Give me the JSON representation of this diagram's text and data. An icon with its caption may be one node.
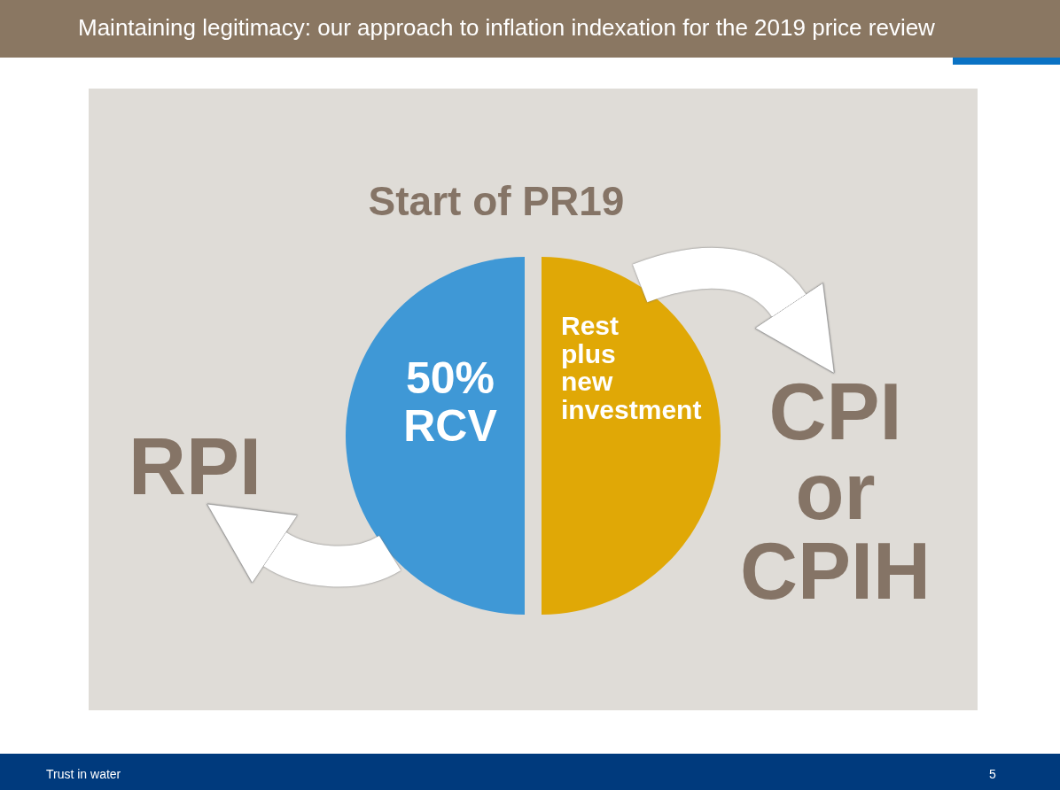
{
  "diagram": {
    "title": "Maintaining legitimacy: our approach to inflation indexation for the 2019 price review",
    "nodes": [
      {
        "text": [
          "50% RCV"
        ]
      },
      {
        "text": [
          "Rest plus new investment"
        ]
      },
      {
        "text": [
          "RPI"
        ]
      },
      {
        "text": [
          "CPI or CPIH"
        ]
      }
    ],
    "edges": [
      {
        "from": 0,
        "to": 2,
        "arrow": "to"
      },
      {
        "from": 1,
        "to": 3,
        "arrow": "to"
      }
    ],
    "labels": [
      "Start of PR19",
      "Trust in water",
      "5"
    ]
  }
}
